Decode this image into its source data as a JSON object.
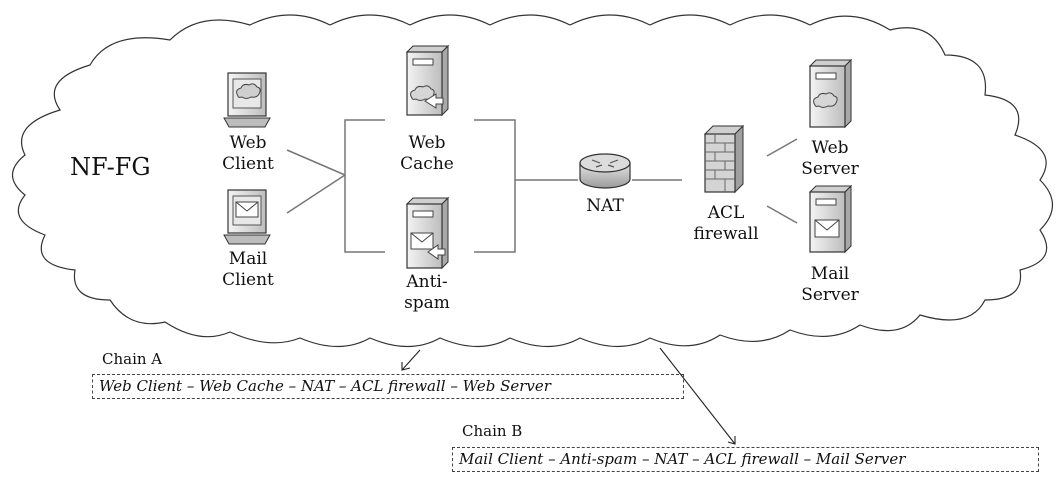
{
  "graph": {
    "title": "NF-FG",
    "nodes": [
      {
        "id": "web-client",
        "lines": [
          "Web",
          "Client"
        ]
      },
      {
        "id": "mail-client",
        "lines": [
          "Mail",
          "Client"
        ]
      },
      {
        "id": "web-cache",
        "lines": [
          "Web",
          "Cache"
        ]
      },
      {
        "id": "anti-spam",
        "lines": [
          "Anti-",
          "spam"
        ]
      },
      {
        "id": "nat",
        "lines": [
          "NAT"
        ]
      },
      {
        "id": "acl-firewall",
        "lines": [
          "ACL",
          "firewall"
        ]
      },
      {
        "id": "web-server",
        "lines": [
          "Web",
          "Server"
        ]
      },
      {
        "id": "mail-server",
        "lines": [
          "Mail",
          "Server"
        ]
      }
    ]
  },
  "chains": [
    {
      "name": "Chain A",
      "path": "Web Client – Web Cache – NAT – ACL firewall – Web Server"
    },
    {
      "name": "Chain B",
      "path": "Mail Client – Anti-spam – NAT – ACL firewall – Mail Server"
    }
  ],
  "colors": {
    "line": "#777777",
    "outline": "#333333",
    "device_fill": "#d9d9d9",
    "background": "#ffffff"
  }
}
